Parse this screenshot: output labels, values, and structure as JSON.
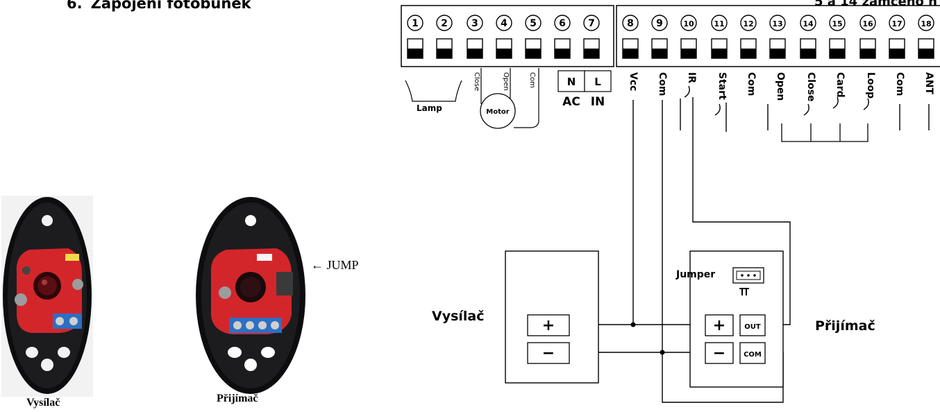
{
  "heading": {
    "number": "6.",
    "title": "Zapojení fotobuněk"
  },
  "top_right_note": "5 a 14 zamčeno n",
  "photos": {
    "transmitter_caption": "Vysílač",
    "receiver_caption": "Přijímač",
    "jump_label": "← JUMP"
  },
  "terminal_block": {
    "numbers": [
      "1",
      "2",
      "3",
      "4",
      "5",
      "6",
      "7",
      "8",
      "9",
      "10",
      "11",
      "12",
      "13",
      "14",
      "15",
      "16",
      "17",
      "18"
    ],
    "labels": {
      "lamp": "Lamp",
      "close": "Close",
      "open": "Open",
      "com": "Com",
      "motor": "Motor",
      "n": "N",
      "l": "L",
      "ac": "AC",
      "in": "IN",
      "t8": "Vcc",
      "t9": "Com",
      "t10": "IR",
      "t11": "Start",
      "t12": "Com",
      "t13": "Open",
      "t14": "Close",
      "t15": "Card",
      "t16": "Loop",
      "t17": "Com",
      "t18": "ANT"
    }
  },
  "wiring": {
    "transmitter_label": "Vysílač",
    "receiver_label": "Přijímač",
    "plus": "+",
    "minus": "−",
    "out": "OUT",
    "com": "COM",
    "jumper": "Jumper"
  },
  "colors": {
    "pcb_red": "#d3262b",
    "housing_black": "#0d0d0f",
    "terminal_blue": "#2d6fc2",
    "lens_red": "#5a0d12"
  }
}
